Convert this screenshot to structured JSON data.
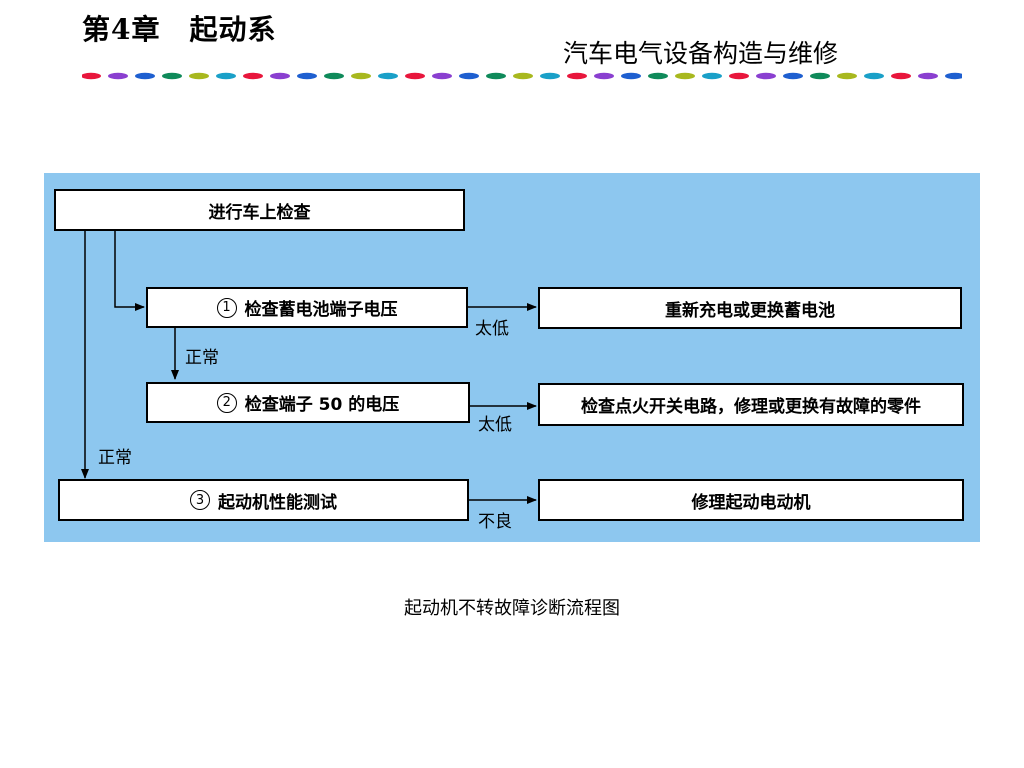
{
  "header": {
    "chapter": "第4章　起动系",
    "book": "汽车电气设备构造与维修"
  },
  "divider_colors": [
    "#e8163c",
    "#8a3fd0",
    "#1e5fd0",
    "#0f8a5a",
    "#a8b81e",
    "#1aa0c8"
  ],
  "diagram": {
    "panel_color": "#8dc7ef",
    "start": "进行车上检查",
    "step1": {
      "num": "1",
      "label": "检查蓄电池端子电压"
    },
    "step2": {
      "num": "2",
      "label": "检查端子 50 的电压"
    },
    "step3": {
      "num": "3",
      "label": "起动机性能测试"
    },
    "result1": "重新充电或更换蓄电池",
    "result2": "检查点火开关电路，修理或更换有故障的零件",
    "result3": "修理起动电动机",
    "edge_low_1": "太低",
    "edge_low_2": "太低",
    "edge_normal_1": "正常",
    "edge_normal_2": "正常",
    "edge_bad": "不良"
  },
  "caption": "起动机不转故障诊断流程图"
}
